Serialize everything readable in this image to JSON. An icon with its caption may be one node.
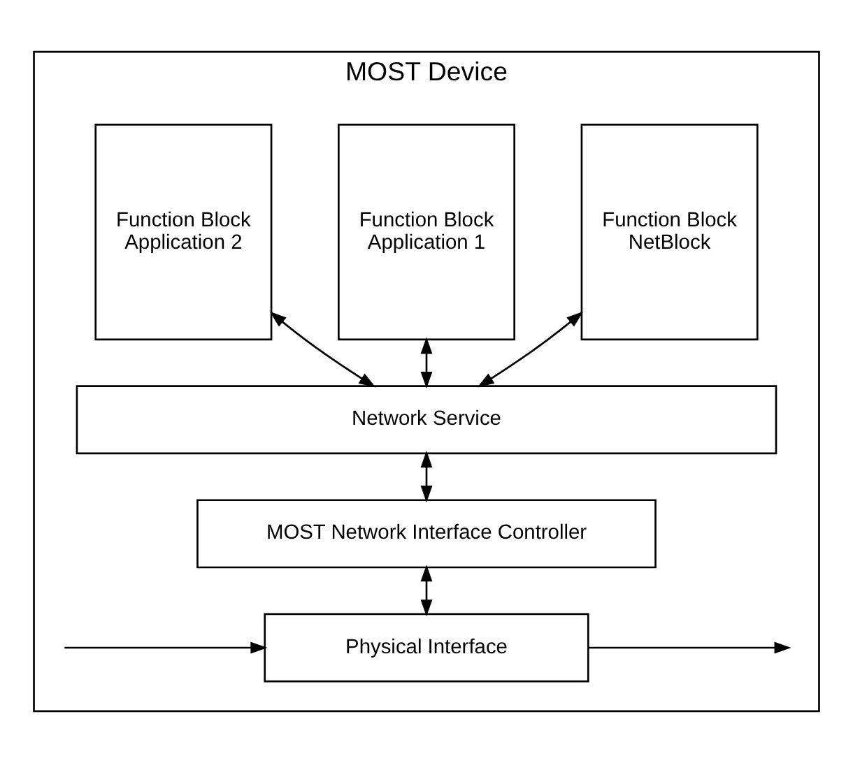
{
  "diagram": {
    "nodes": [
      {
        "text": [
          "MOST Device"
        ]
      },
      {
        "text": [
          "Function Block",
          "NetBlock"
        ],
        "in": 0
      },
      {
        "text": [
          "Function Block",
          "Application 1"
        ],
        "in": 0
      },
      {
        "text": [
          "Function Block",
          "Application 2"
        ],
        "in": 0
      },
      {
        "text": [
          "Network Service"
        ],
        "in": 0
      },
      {
        "text": [
          "MOST Network Interface Controller"
        ],
        "in": 0
      },
      {
        "text": [
          "Physical Interface"
        ],
        "in": 0
      }
    ],
    "edges": [
      {
        "from": 1,
        "to": 4,
        "arrow": "both"
      },
      {
        "from": 2,
        "to": 4,
        "arrow": "both"
      },
      {
        "from": 3,
        "to": 4,
        "arrow": "both"
      },
      {
        "from": 4,
        "to": 5,
        "arrow": "both"
      },
      {
        "from": 5,
        "to": 6,
        "arrow": "both"
      },
      {
        "from": null,
        "to": 6,
        "arrow": "to"
      },
      {
        "from": 6,
        "to": null,
        "arrow": "to"
      }
    ]
  }
}
